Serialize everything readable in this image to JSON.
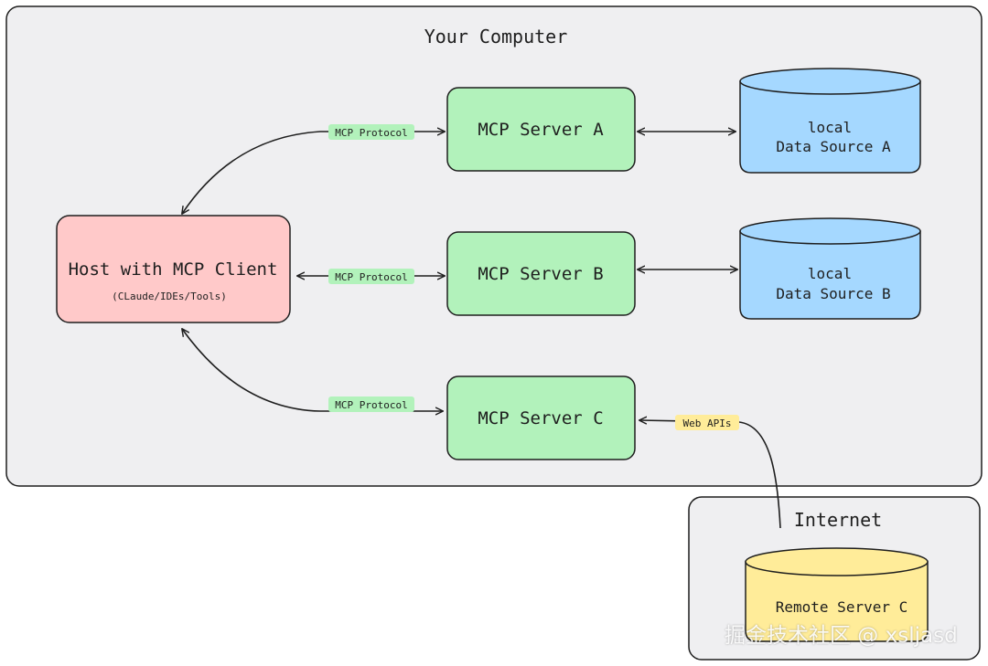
{
  "regions": {
    "computer": {
      "title": "Your Computer"
    },
    "internet": {
      "title": "Internet"
    }
  },
  "host": {
    "title": "Host with MCP Client",
    "subtitle": "(CLaude/IDEs/Tools)"
  },
  "servers": {
    "a": {
      "label": "MCP Server A"
    },
    "b": {
      "label": "MCP Server B"
    },
    "c": {
      "label": "MCP Server C"
    }
  },
  "data_sources": {
    "a": {
      "line1": "local",
      "line2": "Data Source A"
    },
    "b": {
      "line1": "local",
      "line2": "Data Source B"
    }
  },
  "remote": {
    "label": "Remote Server C"
  },
  "edge_labels": {
    "protocol_a": "MCP Protocol",
    "protocol_b": "MCP Protocol",
    "protocol_c": "MCP Protocol",
    "web_apis": "Web APIs"
  },
  "colors": {
    "region_fill": "#efeff1",
    "host_fill": "#ffc9c9",
    "server_fill": "#b2f2bb",
    "datasource_fill": "#a5d8ff",
    "remote_fill": "#ffec99",
    "protocol_badge": "#b2f2bb",
    "web_badge": "#ffec99",
    "stroke": "#1e1e1e"
  },
  "watermark": "掘金技术社区 @ xsljasd"
}
